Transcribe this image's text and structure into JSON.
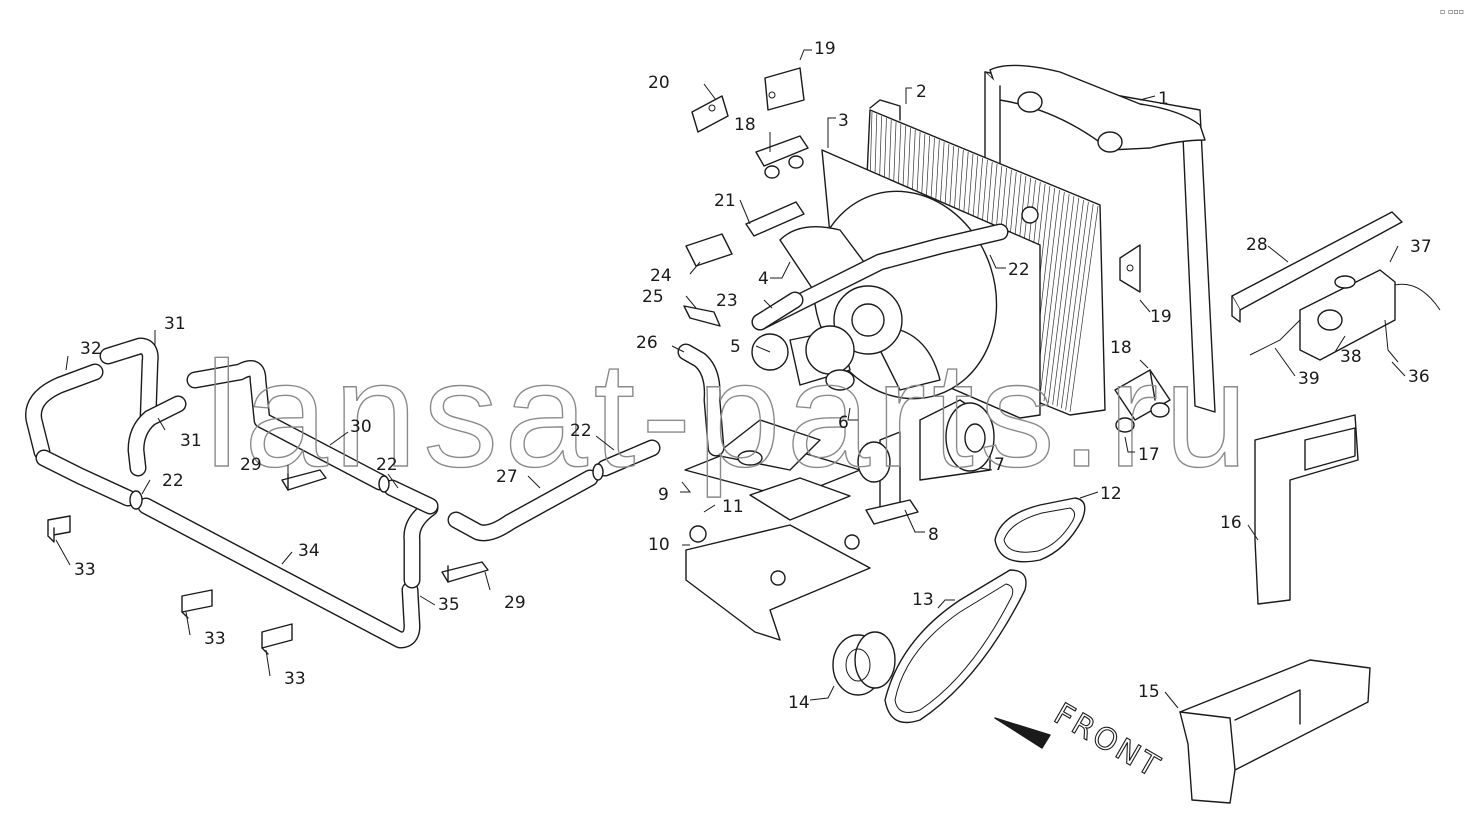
{
  "corner_mark": "▫ ▫▫▫",
  "watermark": "lansat-parts.ru",
  "direction_label": "FRONT",
  "colors": {
    "line": "#1a1a1a",
    "watermark": "#8a8a8a",
    "background": "#ffffff"
  },
  "callouts": [
    {
      "id": "c1",
      "text": "1"
    },
    {
      "id": "c2",
      "text": "2"
    },
    {
      "id": "c3",
      "text": "3"
    },
    {
      "id": "c4",
      "text": "4"
    },
    {
      "id": "c5",
      "text": "5"
    },
    {
      "id": "c6",
      "text": "6"
    },
    {
      "id": "c7",
      "text": "7"
    },
    {
      "id": "c8",
      "text": "8"
    },
    {
      "id": "c9",
      "text": "9"
    },
    {
      "id": "c10",
      "text": "10"
    },
    {
      "id": "c11",
      "text": "11"
    },
    {
      "id": "c12",
      "text": "12"
    },
    {
      "id": "c13",
      "text": "13"
    },
    {
      "id": "c14",
      "text": "14"
    },
    {
      "id": "c15",
      "text": "15"
    },
    {
      "id": "c16",
      "text": "16"
    },
    {
      "id": "c17",
      "text": "17"
    },
    {
      "id": "c18a",
      "text": "18"
    },
    {
      "id": "c18b",
      "text": "18"
    },
    {
      "id": "c19a",
      "text": "19"
    },
    {
      "id": "c19b",
      "text": "19"
    },
    {
      "id": "c20",
      "text": "20"
    },
    {
      "id": "c21",
      "text": "21"
    },
    {
      "id": "c22a",
      "text": "22"
    },
    {
      "id": "c22b",
      "text": "22"
    },
    {
      "id": "c22c",
      "text": "22"
    },
    {
      "id": "c22d",
      "text": "22"
    },
    {
      "id": "c23",
      "text": "23"
    },
    {
      "id": "c24",
      "text": "24"
    },
    {
      "id": "c25",
      "text": "25"
    },
    {
      "id": "c26",
      "text": "26"
    },
    {
      "id": "c27",
      "text": "27"
    },
    {
      "id": "c28",
      "text": "28"
    },
    {
      "id": "c29a",
      "text": "29"
    },
    {
      "id": "c29b",
      "text": "29"
    },
    {
      "id": "c30",
      "text": "30"
    },
    {
      "id": "c31a",
      "text": "31"
    },
    {
      "id": "c31b",
      "text": "31"
    },
    {
      "id": "c32",
      "text": "32"
    },
    {
      "id": "c33a",
      "text": "33"
    },
    {
      "id": "c33b",
      "text": "33"
    },
    {
      "id": "c33c",
      "text": "33"
    },
    {
      "id": "c34",
      "text": "34"
    },
    {
      "id": "c35",
      "text": "35"
    },
    {
      "id": "c36",
      "text": "36"
    },
    {
      "id": "c37",
      "text": "37"
    },
    {
      "id": "c38",
      "text": "38"
    },
    {
      "id": "c39",
      "text": "39"
    }
  ]
}
